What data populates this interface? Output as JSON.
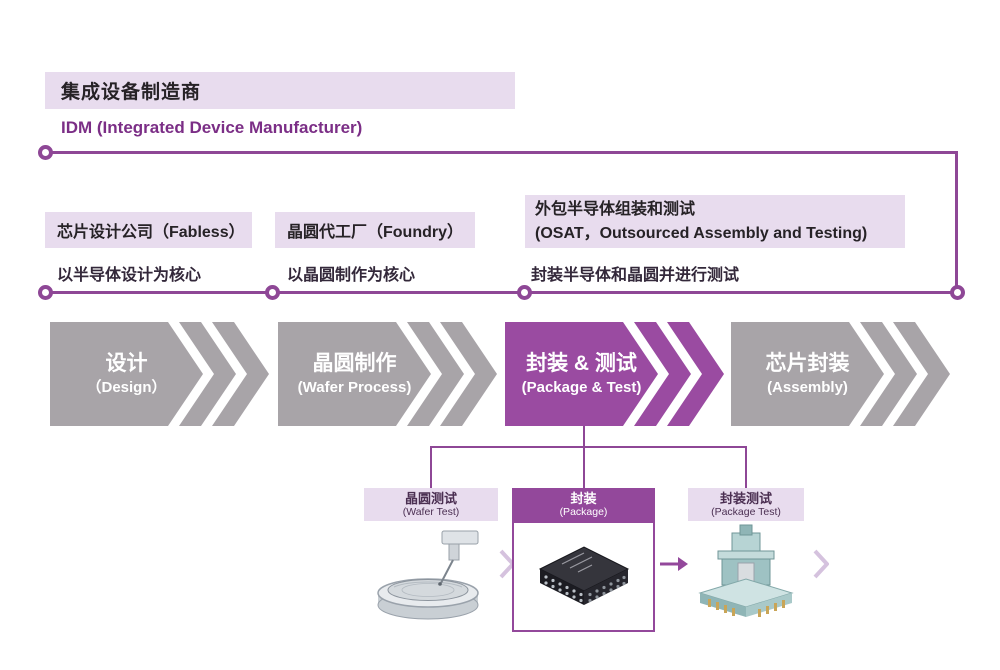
{
  "header": {
    "title": "集成设备制造商",
    "subtitle": "IDM (Integrated Device Manufacturer)"
  },
  "companies": {
    "fabless": {
      "label": "芯片设计公司（Fabless）",
      "desc": "以半导体设计为核心"
    },
    "foundry": {
      "label": "晶圆代工厂（Foundry）",
      "desc": "以晶圆制作为核心"
    },
    "osat": {
      "label_line1": "外包半导体组装和测试",
      "label_line2": "(OSAT，Outsourced Assembly and Testing)",
      "desc": "封装半导体和晶圆并进行测试"
    }
  },
  "process_steps": [
    {
      "title": "设计",
      "subtitle": "（Design）",
      "highlight": false
    },
    {
      "title": "晶圆制作",
      "subtitle": "(Wafer Process)",
      "highlight": false
    },
    {
      "title": "封装 & 测试",
      "subtitle": "(Package & Test)",
      "highlight": true
    },
    {
      "title": "芯片封装",
      "subtitle": "(Assembly)",
      "highlight": false
    }
  ],
  "substeps": [
    {
      "title": "晶圆测试",
      "subtitle": "(Wafer Test)",
      "highlight": false,
      "image": "wafer-prober-image"
    },
    {
      "title": "封装",
      "subtitle": "(Package)",
      "highlight": true,
      "image": "chip-package-image"
    },
    {
      "title": "封装测试",
      "subtitle": "(Package Test)",
      "highlight": false,
      "image": "test-socket-image"
    }
  ],
  "icons": {
    "light_chevron": "chevron-right-icon",
    "flow_arrow": "arrow-right-icon"
  },
  "colors": {
    "accent_purple": "#93489B",
    "line_purple": "#8E4796",
    "light_purple_bg": "#E8DCEE",
    "gray_arrow": "#A8A4A8",
    "dark_text": "#262226",
    "idm_text": "#7B2E86"
  }
}
